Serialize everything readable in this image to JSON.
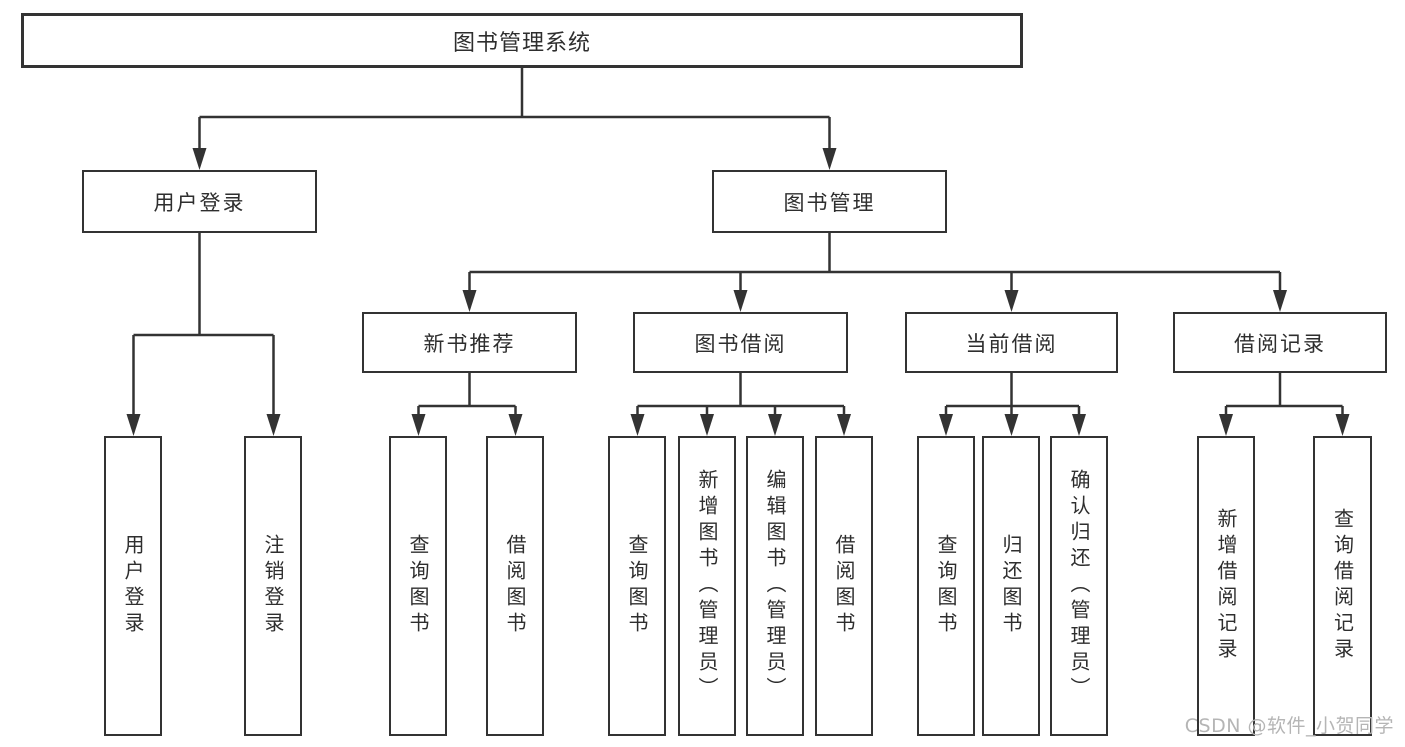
{
  "page": {
    "background": "#ffffff"
  },
  "colors": {
    "line": "#333333",
    "box_border": "#333333",
    "text": "#2e2e2e",
    "watermark": "#b5b5b5"
  },
  "watermark": {
    "text": "CSDN @软件_小贺同学"
  },
  "tree": {
    "root": {
      "label": "图书管理系统"
    },
    "branches": [
      {
        "label": "用户登录",
        "children": [
          {
            "label": "用户登录"
          },
          {
            "label": "注销登录"
          }
        ]
      },
      {
        "label": "图书管理",
        "groups": [
          {
            "label": "新书推荐",
            "children": [
              {
                "label": "查询图书"
              },
              {
                "label": "借阅图书"
              }
            ]
          },
          {
            "label": "图书借阅",
            "children": [
              {
                "label": "查询图书"
              },
              {
                "label": "新增图书（管理员）"
              },
              {
                "label": "编辑图书（管理员）"
              },
              {
                "label": "借阅图书"
              }
            ]
          },
          {
            "label": "当前借阅",
            "children": [
              {
                "label": "查询图书"
              },
              {
                "label": "归还图书"
              },
              {
                "label": "确认归还（管理员）"
              }
            ]
          },
          {
            "label": "借阅记录",
            "children": [
              {
                "label": "新增借阅记录"
              },
              {
                "label": "查询借阅记录"
              }
            ]
          }
        ]
      }
    ]
  }
}
